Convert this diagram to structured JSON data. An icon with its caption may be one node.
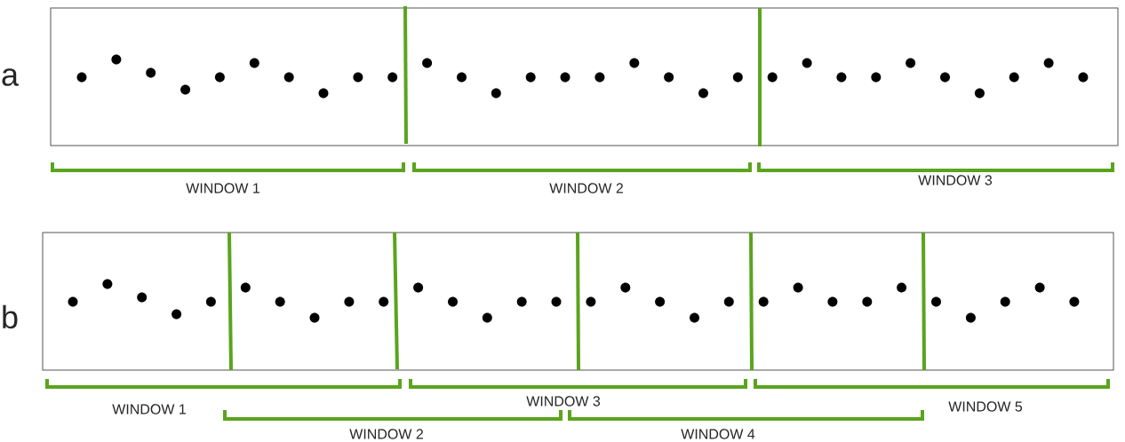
{
  "diagram": {
    "labels": [
      "a",
      "WINDOW 1",
      "WINDOW 2",
      "WINDOW 3",
      "b",
      "WINDOW 1",
      "WINDOW 3",
      "WINDOW 5",
      "WINDOW 2",
      "WINDOW 4"
    ]
  }
}
